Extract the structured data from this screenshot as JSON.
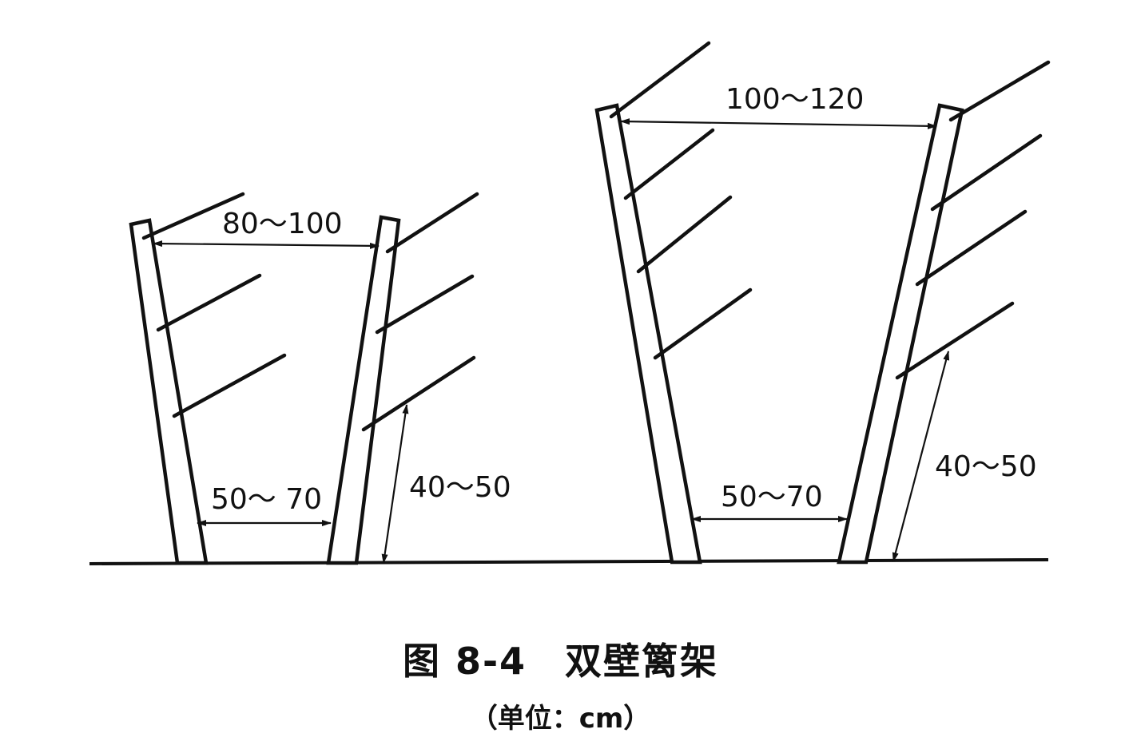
{
  "figure": {
    "title": "图 8-4　双壁篱架",
    "unit": "（单位：cm）"
  },
  "trellis_left": {
    "top_width_label": "80～100",
    "bottom_width_label": "50～ 70",
    "first_wire_height_label": "40～50"
  },
  "trellis_right": {
    "top_width_label": "100～120",
    "bottom_width_label": "50～70",
    "first_wire_height_label": "40～50"
  },
  "colors": {
    "line": "#111111",
    "background": "#ffffff"
  }
}
